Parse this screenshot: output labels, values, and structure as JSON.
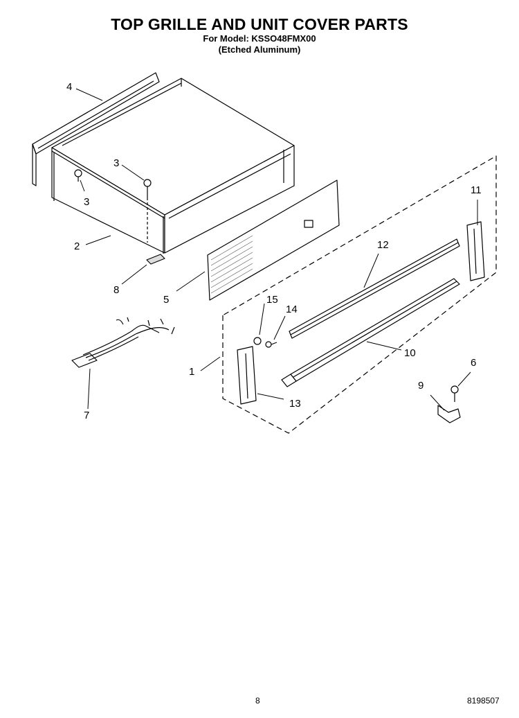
{
  "header": {
    "title": "TOP GRILLE AND UNIT COVER PARTS",
    "model": "For Model: KSSO48FMX00",
    "finish": "(Etched Aluminum)"
  },
  "callouts": {
    "c1": "1",
    "c2": "2",
    "c3a": "3",
    "c3b": "3",
    "c4": "4",
    "c5": "5",
    "c6": "6",
    "c7": "7",
    "c8": "8",
    "c9": "9",
    "c10": "10",
    "c11": "11",
    "c12": "12",
    "c13": "13",
    "c14": "14",
    "c15": "15"
  },
  "footer": {
    "page_number": "8",
    "document_code": "8198507"
  }
}
